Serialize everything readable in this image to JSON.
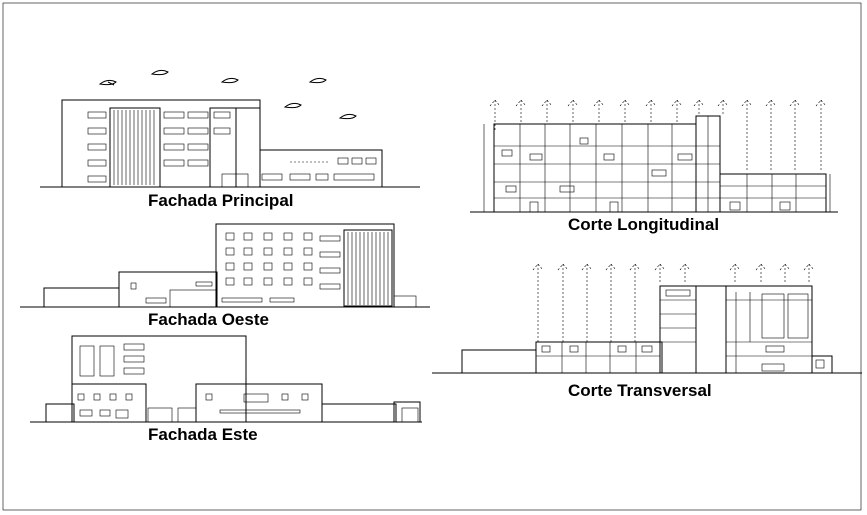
{
  "drawing": {
    "labels": {
      "fachada_principal": "Fachada Principal",
      "fachada_oeste": "Fachada Oeste",
      "fachada_este": "Fachada Este",
      "corte_longitudinal": "Corte Longitudinal",
      "corte_transversal": "Corte Transversal"
    }
  }
}
